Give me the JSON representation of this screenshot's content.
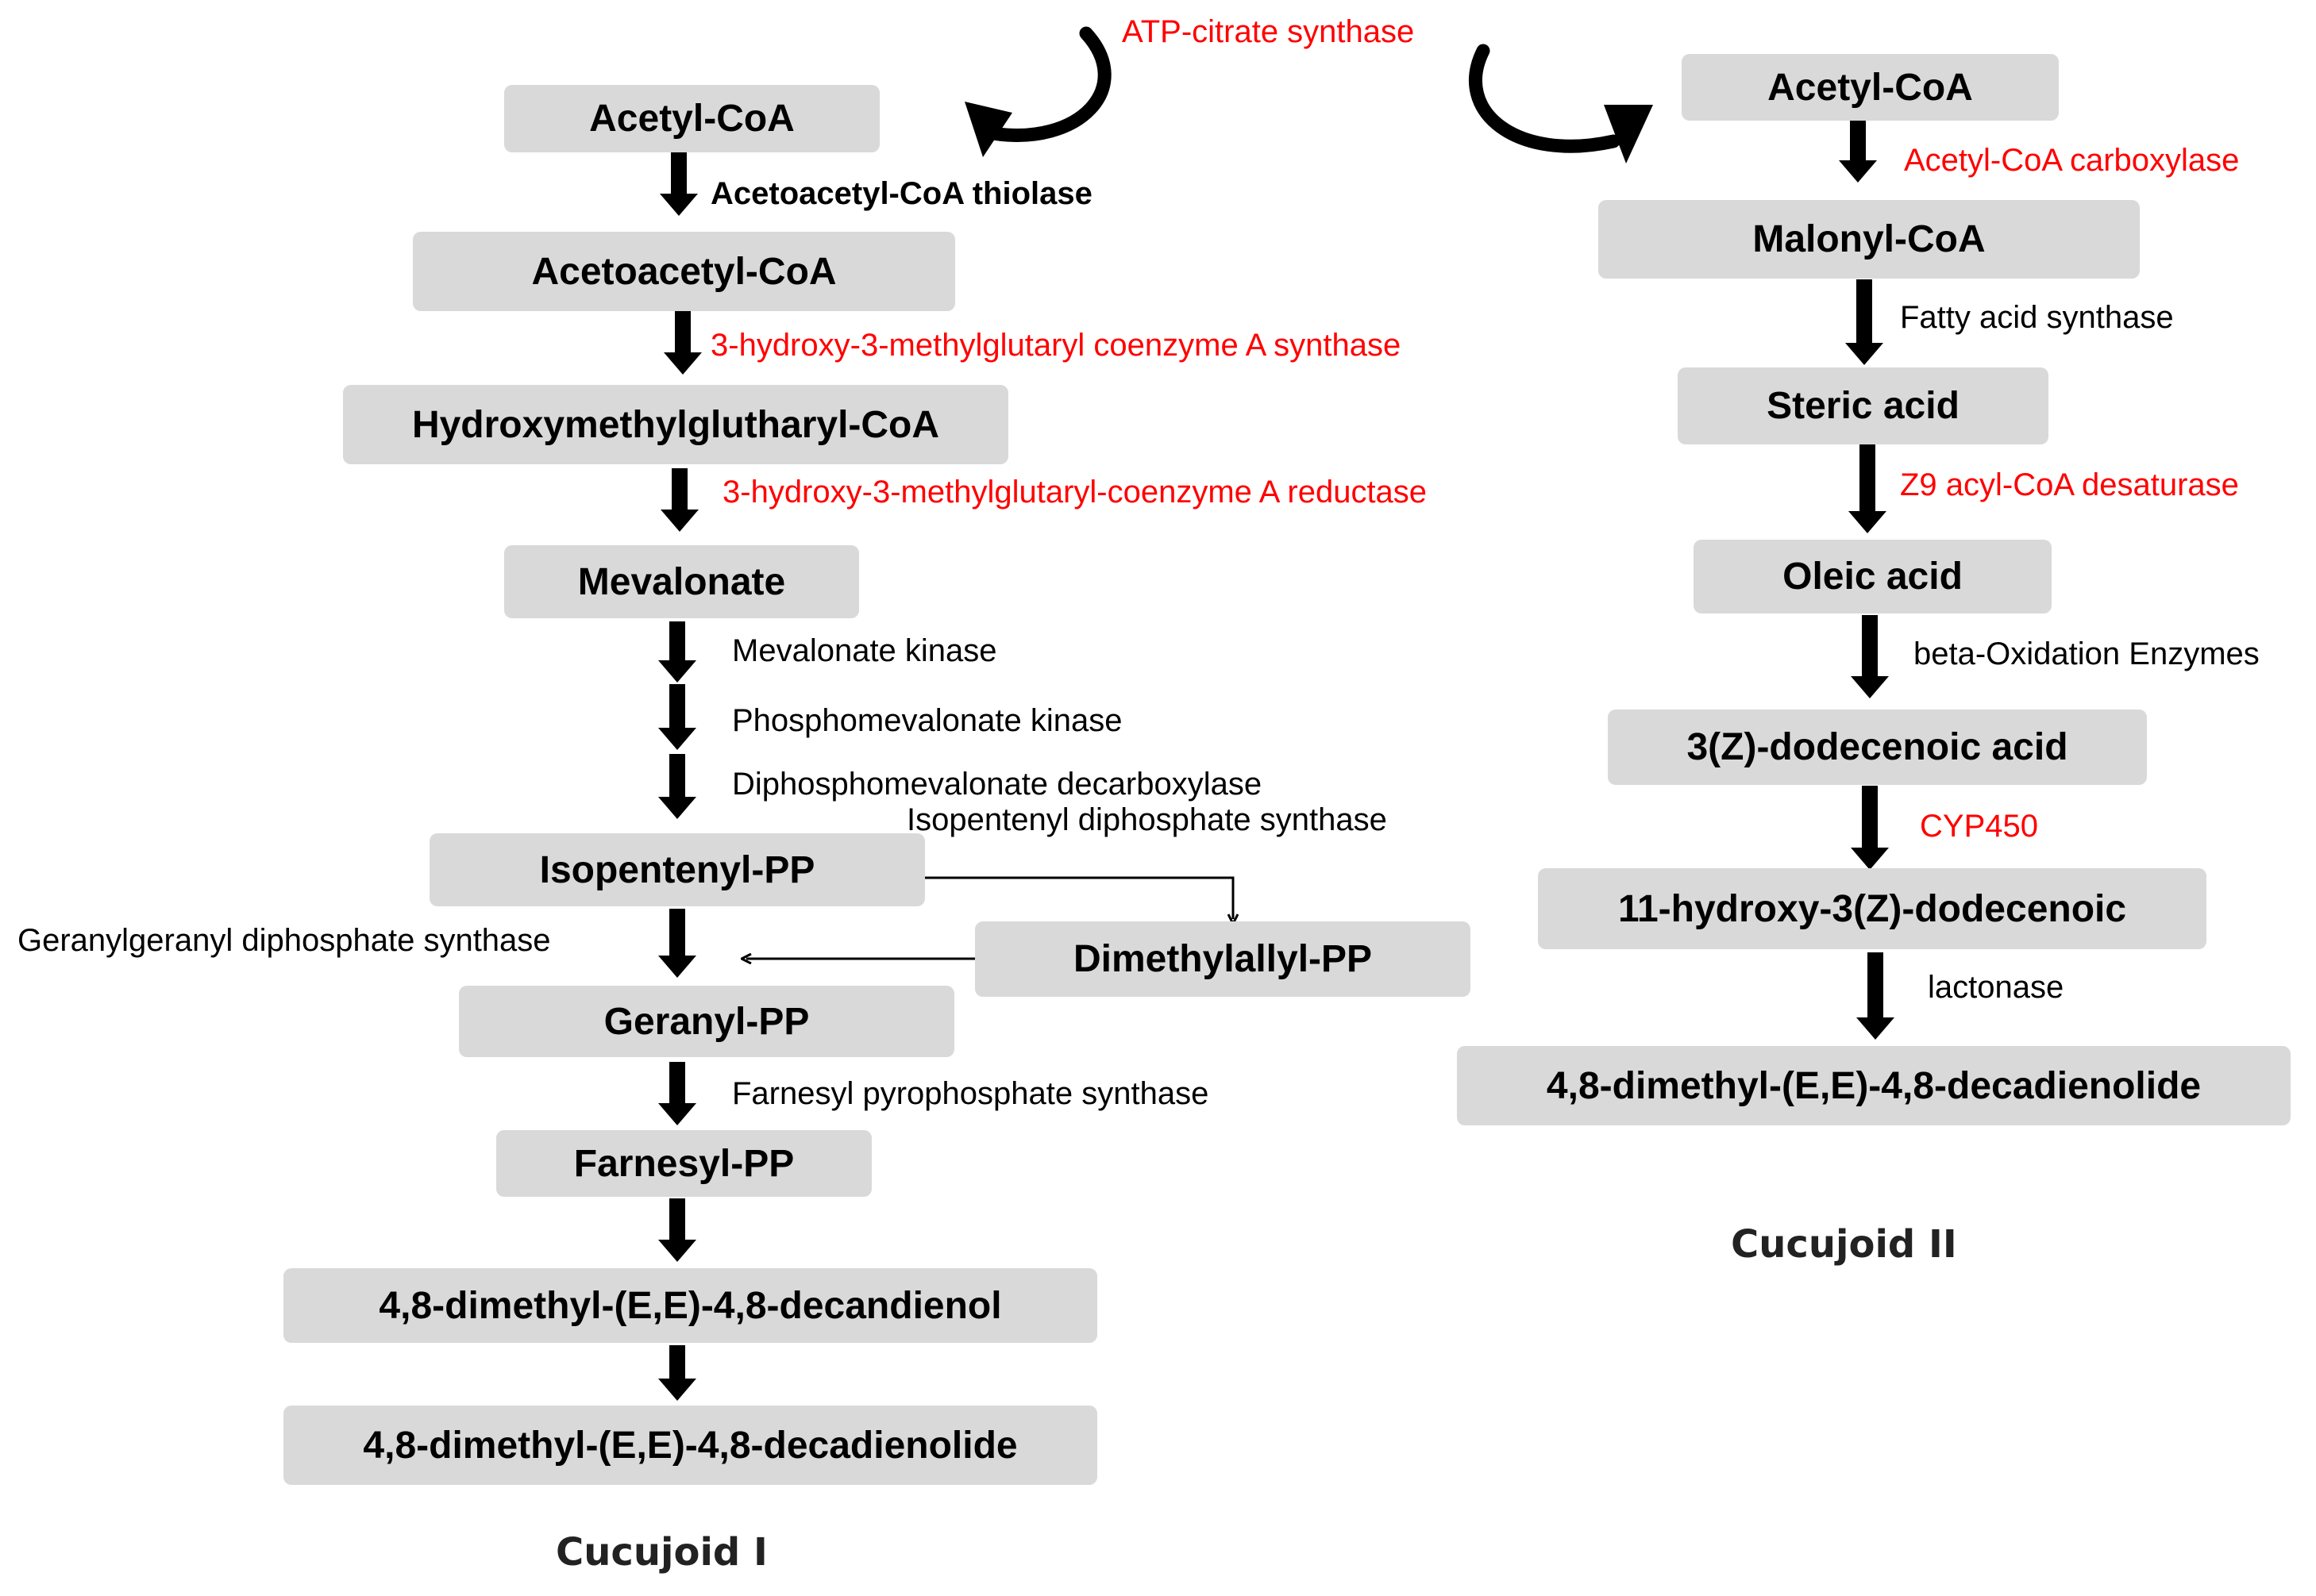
{
  "top_enzyme": {
    "label": "ATP-citrate synthase",
    "color": "#ff0000"
  },
  "cucujoid1": {
    "title": "Cucujoid I",
    "nodes": {
      "acetyl_coa": "Acetyl-CoA",
      "acetoacetyl_coa": "Acetoacetyl-CoA",
      "hmg_coa": "Hydroxymethylglutharyl-CoA",
      "mevalonate": "Mevalonate",
      "isopentenyl_pp": "Isopentenyl-PP",
      "dimethylallyl_pp": "Dimethylallyl-PP",
      "geranyl_pp": "Geranyl-PP",
      "farnesyl_pp": "Farnesyl-PP",
      "decandienol": "4,8-dimethyl-(E,E)-4,8-decandienol",
      "decadienolide": "4,8-dimethyl-(E,E)-4,8-decadienolide"
    },
    "enzymes": {
      "thiolase": "Acetoacetyl-CoA thiolase",
      "hmg_synthase": "3-hydroxy-3-methylglutaryl coenzyme A synthase",
      "hmg_reductase": "3-hydroxy-3-methylglutaryl-coenzyme A reductase",
      "mev_kinase": "Mevalonate kinase",
      "phosphomev_kinase": "Phosphomevalonate kinase",
      "diphosphomev_decarboxylase": "Diphosphomevalonate decarboxylase",
      "ipp_synthase": "Isopentenyl diphosphate synthase",
      "ggpp_synthase": "Geranylgeranyl diphosphate synthase",
      "fpp_synthase": "Farnesyl pyrophosphate synthase"
    }
  },
  "cucujoid2": {
    "title": "Cucujoid II",
    "nodes": {
      "acetyl_coa": "Acetyl-CoA",
      "malonyl_coa": "Malonyl-CoA",
      "steric_acid": "Steric acid",
      "oleic_acid": "Oleic acid",
      "dodecenoic_acid": "3(Z)-dodecenoic  acid",
      "hydroxy_dodecenoic": "11-hydroxy-3(Z)-dodecenoic",
      "decadienolide": "4,8-dimethyl-(E,E)-4,8-decadienolide"
    },
    "enzymes": {
      "acc": "Acetyl-CoA carboxylase",
      "fas": "Fatty acid synthase",
      "z9_desaturase": "Z9 acyl-CoA desaturase",
      "beta_oxidation": "beta-Oxidation Enzymes",
      "cyp450": "CYP450",
      "lactonase": "lactonase"
    }
  },
  "colors": {
    "node_fill": "#d9d9d9",
    "arrow": "#000000",
    "enzyme_red": "#ff0000",
    "enzyme_black": "#000000"
  }
}
